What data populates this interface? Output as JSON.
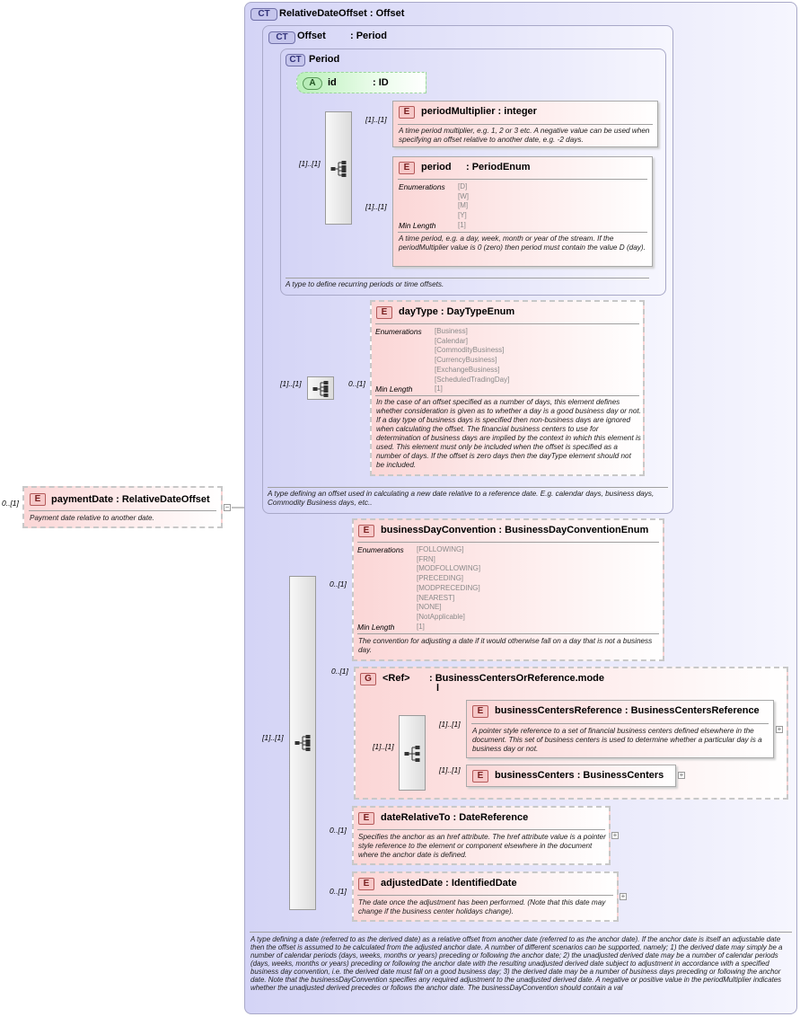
{
  "root": {
    "occ": "0..[1]",
    "title": "paymentDate : RelativeDateOffset",
    "doc": "Payment date relative to another date."
  },
  "ct_relative": {
    "badge": "CT",
    "title": "RelativeDateOffset : Offset",
    "doc": "A type defining a date (referred to as the derived date) as a relative offset from another date (referred to as the anchor date). If the anchor date is itself an adjustable date then the offset is assumed to be calculated from the adjusted anchor date. A number of different scenarios can be supported, namely; 1) the derived date may simply be a number of calendar periods (days, weeks, months or years) preceding or following the anchor date; 2) the unadjusted derived date may be a number of calendar periods (days, weeks, months or years) preceding or following the anchor date with the resulting unadjusted derived date subject to adjustment in accordance with a specified business day convention, i.e. the derived date must fall on a good business day; 3) the derived date may be a number of business days preceding or following the anchor date. Note that the businessDayConvention specifies any required adjustment to the unadjusted derived date. A negative or positive value in the periodMultiplier indicates whether the unadjusted derived precedes or follows the anchor date. The businessDayConvention should contain a val"
  },
  "ct_offset": {
    "badge": "CT",
    "title_name": "Offset",
    "title_type": ": Period",
    "doc": "A type defining an offset used in calculating a new date relative to a reference date. E.g. calendar days, business days, Commodity Business days, etc.."
  },
  "ct_period": {
    "badge": "CT",
    "title": "Period",
    "doc": "A type to define recurring periods or time offsets."
  },
  "attr_id": {
    "badge": "A",
    "name": "id",
    "type": ": ID"
  },
  "period_multiplier": {
    "badge": "E",
    "occ": "[1]..[1]",
    "title": "periodMultiplier : integer",
    "doc": "A time period multiplier, e.g. 1, 2 or 3 etc. A negative value can be used when specifying an offset relative to another date, e.g. -2 days."
  },
  "period": {
    "badge": "E",
    "occ": "[1]..[1]",
    "title_name": "period",
    "title_type": ": PeriodEnum",
    "enum_label": "Enumerations",
    "enums": [
      "[D]",
      "[W]",
      "[M]",
      "[Y]"
    ],
    "minlen_label": "Min Length",
    "minlen": "[1]",
    "doc": "A time period, e.g. a day, week, month or year of the stream. If the periodMultiplier value is 0 (zero) then period must contain the value D (day)."
  },
  "period_seq_occ": "[1]..[1]",
  "daytype": {
    "badge": "E",
    "occ": "0..[1]",
    "title": "dayType : DayTypeEnum",
    "enum_label": "Enumerations",
    "enums": [
      "[Business]",
      "[Calendar]",
      "[CommodityBusiness]",
      "[CurrencyBusiness]",
      "[ExchangeBusiness]",
      "[ScheduledTradingDay]"
    ],
    "minlen_label": "Min Length",
    "minlen": "[1]",
    "doc": "In the case of an offset specified as a number of days, this element defines whether consideration is given as to whether a day is a good business day or not. If a day type of business days is specified then non-business days are ignored when calculating the offset. The financial business centers to use for determination of business days are implied by the context in which this element is used. This element must only be included when the offset is specified as a number of days. If the offset is zero days then the dayType element should not be included."
  },
  "daytype_seq_occ": "[1]..[1]",
  "bdc": {
    "badge": "E",
    "occ": "0..[1]",
    "title": "businessDayConvention : BusinessDayConventionEnum",
    "enum_label": "Enumerations",
    "enums": [
      "[FOLLOWING]",
      "[FRN]",
      "[MODFOLLOWING]",
      "[PRECEDING]",
      "[MODPRECEDING]",
      "[NEAREST]",
      "[NONE]",
      "[NotApplicable]"
    ],
    "minlen_label": "Min Length",
    "minlen": "[1]",
    "doc": "The convention for adjusting a date if it would otherwise fall on a day that is not a business day."
  },
  "group": {
    "badge": "G",
    "occ": "0..[1]",
    "title_name": "<Ref>",
    "title_type": ": BusinessCentersOrReference.mode",
    "title_type2": "l",
    "choice_occ": "[1]..[1]"
  },
  "bcr": {
    "badge": "E",
    "occ": "[1]..[1]",
    "title": "businessCentersReference : BusinessCentersReference",
    "doc": "A pointer style reference to a set of financial business centers defined elsewhere in the document. This set of business centers is used to determine whether a particular day is a business day or not."
  },
  "bc": {
    "badge": "E",
    "occ": "[1]..[1]",
    "title": "businessCenters : BusinessCenters"
  },
  "drt": {
    "badge": "E",
    "occ": "0..[1]",
    "title": "dateRelativeTo : DateReference",
    "doc": "Specifies the anchor as an href attribute. The href attribute value is a pointer style reference to the element or component elsewhere in the document where the anchor date is defined."
  },
  "adj": {
    "badge": "E",
    "occ": "0..[1]",
    "title": "adjustedDate : IdentifiedDate",
    "doc": "The date once the adjustment has been performed. (Note that this date may change if the business center holidays change)."
  },
  "main_seq_occ": "[1]..[1]",
  "plus_symbol": "+",
  "minus_symbol": "−"
}
